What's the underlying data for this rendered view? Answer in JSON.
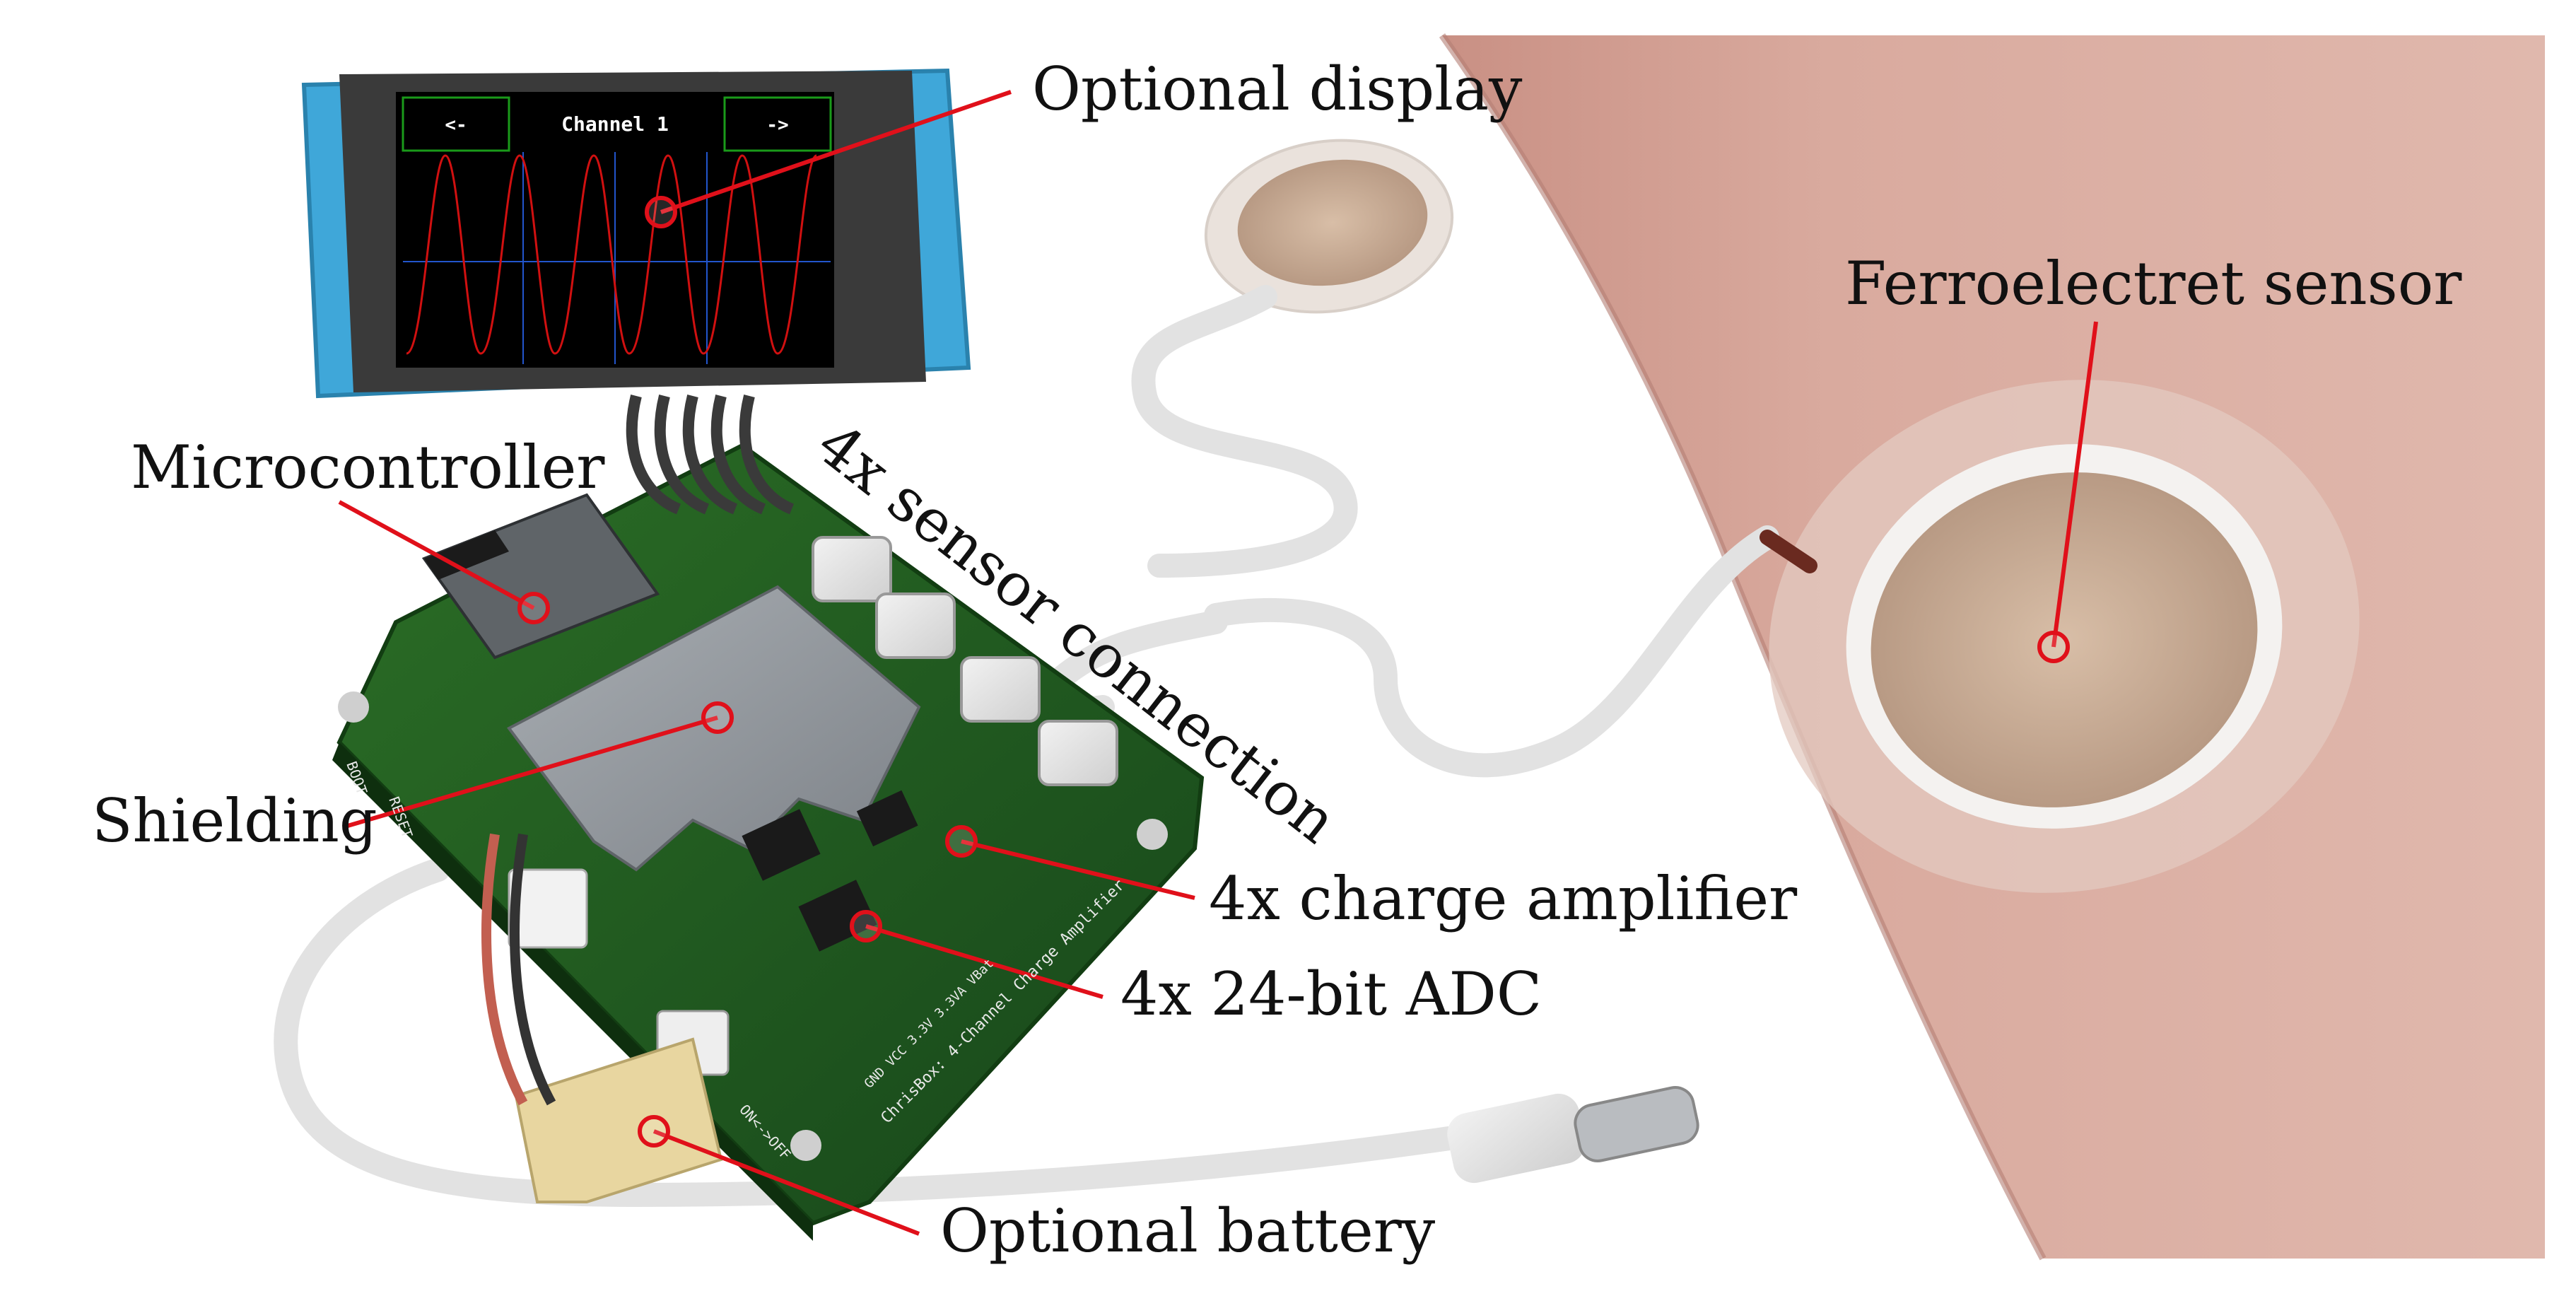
{
  "display": {
    "prev_button": "<-",
    "channel_label": "Channel 1",
    "next_button": "->"
  },
  "labels": {
    "optional_display": "Optional display",
    "microcontroller": "Microcontroller",
    "shielding": "Shielding",
    "sensor_connection": "4x sensor connection",
    "ferroelectret_sensor": "Ferroelectret sensor",
    "charge_amplifier": "4x charge amplifier",
    "adc": "4x 24-bit ADC",
    "optional_battery": "Optional battery"
  },
  "board": {
    "silk_boot": "BOOT",
    "silk_reset": "RESET",
    "silk_switch": "ON<->OFF",
    "silk_title": "ChrisBox: 4-Channel Charge Amplifier",
    "silk_pins": "GND VCC 3.3V 3.3VA VBat"
  },
  "colors": {
    "callout": "#e0101a",
    "pcb": "#1f5a1c",
    "skin": "#d9a89c",
    "display_frame": "#3fa7d9",
    "screen": "#000000",
    "trace": "#d01010",
    "button_border": "#1a9a1a"
  }
}
